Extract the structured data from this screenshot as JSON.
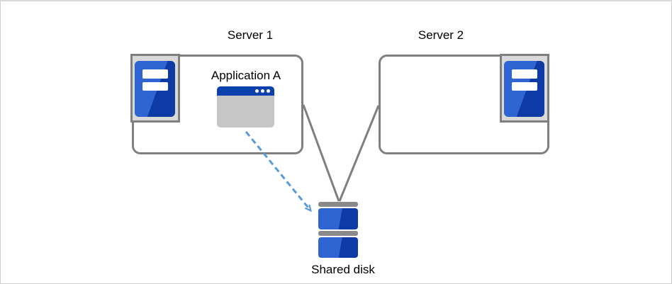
{
  "diagram": {
    "type": "architecture-diagram",
    "nodes": {
      "server1": {
        "label": "Server 1",
        "application": "Application A"
      },
      "server2": {
        "label": "Server 2"
      },
      "shared_disk": {
        "label": "Shared disk"
      }
    },
    "edges": [
      {
        "from": "Server 1",
        "to": "Shared disk",
        "style": "solid",
        "color": "#7f7f7f"
      },
      {
        "from": "Server 2",
        "to": "Shared disk",
        "style": "solid",
        "color": "#7f7f7f"
      },
      {
        "from": "Application A",
        "to": "Shared disk",
        "style": "dashed-arrow",
        "color": "#5b9bd5"
      }
    ],
    "colors": {
      "node_border": "#7f7f7f",
      "icon_frame": "#d9d9d9",
      "server_blue_light": "#2f65d2",
      "server_blue_dark": "#0d3aa4",
      "window_titlebar_blue": "#0b41ad",
      "window_body_gray": "#c6c6c6",
      "disk_bar_gray": "#8a8a8a",
      "arrow_blue": "#5b9bd5",
      "text": "#000000"
    }
  }
}
